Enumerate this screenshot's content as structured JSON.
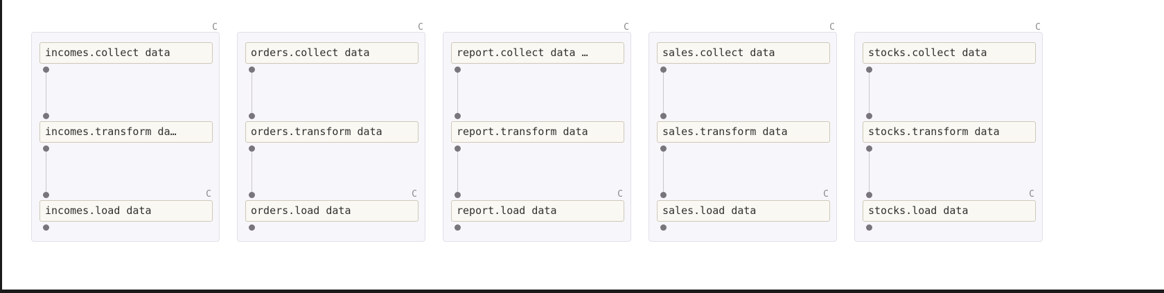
{
  "view": {
    "name": "dag-graph-view",
    "background_color": "#ffffff",
    "group_background_color": "#f7f6fa",
    "group_border_color": "#e2e0e8",
    "node_background_color": "#faf8f3",
    "node_border_color": "#cfc8b8",
    "node_text_color": "#31302e",
    "edge_color": "#c9c7cd",
    "dot_color": "#78767c",
    "badge_color": "#8a8a8a"
  },
  "groups": [
    {
      "id": "incomes",
      "badge": "C",
      "nodes": [
        {
          "label": "incomes.collect_data",
          "badge": ""
        },
        {
          "label": "incomes.transform_da…",
          "badge": ""
        },
        {
          "label": "incomes.load_data",
          "badge": "C"
        }
      ]
    },
    {
      "id": "orders",
      "badge": "C",
      "nodes": [
        {
          "label": "orders.collect_data",
          "badge": ""
        },
        {
          "label": "orders.transform_data",
          "badge": ""
        },
        {
          "label": "orders.load_data",
          "badge": "C"
        }
      ]
    },
    {
      "id": "report",
      "badge": "C",
      "nodes": [
        {
          "label": "report.collect_data_…",
          "badge": ""
        },
        {
          "label": "report.transform_data",
          "badge": ""
        },
        {
          "label": "report.load_data",
          "badge": "C"
        }
      ]
    },
    {
      "id": "sales",
      "badge": "C",
      "nodes": [
        {
          "label": "sales.collect_data",
          "badge": ""
        },
        {
          "label": "sales.transform_data",
          "badge": ""
        },
        {
          "label": "sales.load_data",
          "badge": "C"
        }
      ]
    },
    {
      "id": "stocks",
      "badge": "C",
      "nodes": [
        {
          "label": "stocks.collect_data",
          "badge": ""
        },
        {
          "label": "stocks.transform_data",
          "badge": ""
        },
        {
          "label": "stocks.load_data",
          "badge": "C"
        }
      ]
    }
  ]
}
